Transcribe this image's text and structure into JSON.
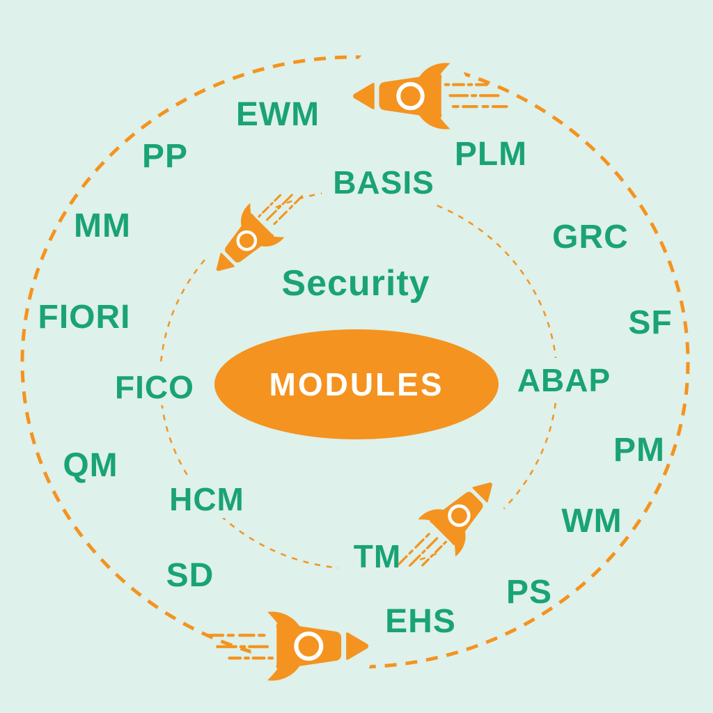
{
  "title": "SAP Modules Diagram",
  "colors": {
    "background": "#DEF1EA",
    "label_green": "#1AA374",
    "accent_orange": "#F4931F",
    "center_text_white": "#FFFFFF"
  },
  "center": {
    "label": "MODULES"
  },
  "inner_ring": [
    "BASIS",
    "Security",
    "FICO",
    "ABAP",
    "HCM",
    "TM"
  ],
  "outer_ring": [
    "EWM",
    "PLM",
    "PP",
    "MM",
    "GRC",
    "SF",
    "FIORI",
    "QM",
    "PM",
    "WM",
    "SD",
    "PS",
    "EHS"
  ],
  "icons": {
    "rocket": "rocket-icon"
  }
}
